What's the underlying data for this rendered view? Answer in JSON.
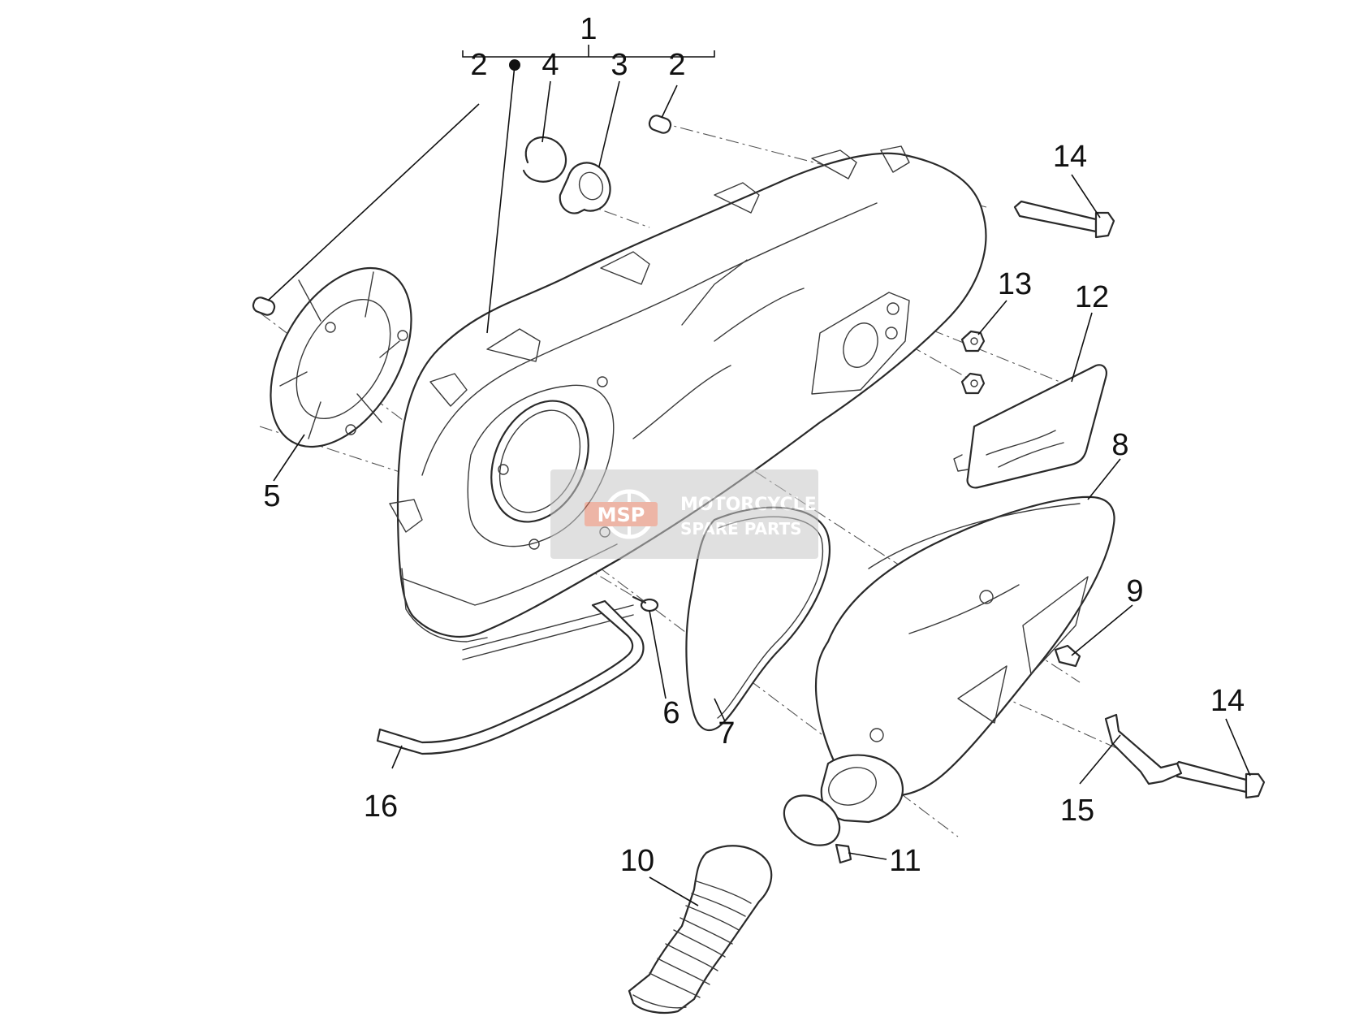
{
  "callouts": {
    "c1": "1",
    "c2a": "2",
    "c2b": "2",
    "c3": "3",
    "c4": "4",
    "c5": "5",
    "c6": "6",
    "c7": "7",
    "c8": "8",
    "c9": "9",
    "c10": "10",
    "c11": "11",
    "c12": "12",
    "c13": "13",
    "c14a": "14",
    "c14b": "14",
    "c15": "15",
    "c16": "16"
  },
  "watermark": {
    "logo": "MSP",
    "line1": "MOTORCYCLE",
    "line2": "SPARE PARTS"
  },
  "colors": {
    "line": "#2a2a2a",
    "watermark": "#c8c8c8",
    "watermark_logo": "#e07a5f"
  }
}
